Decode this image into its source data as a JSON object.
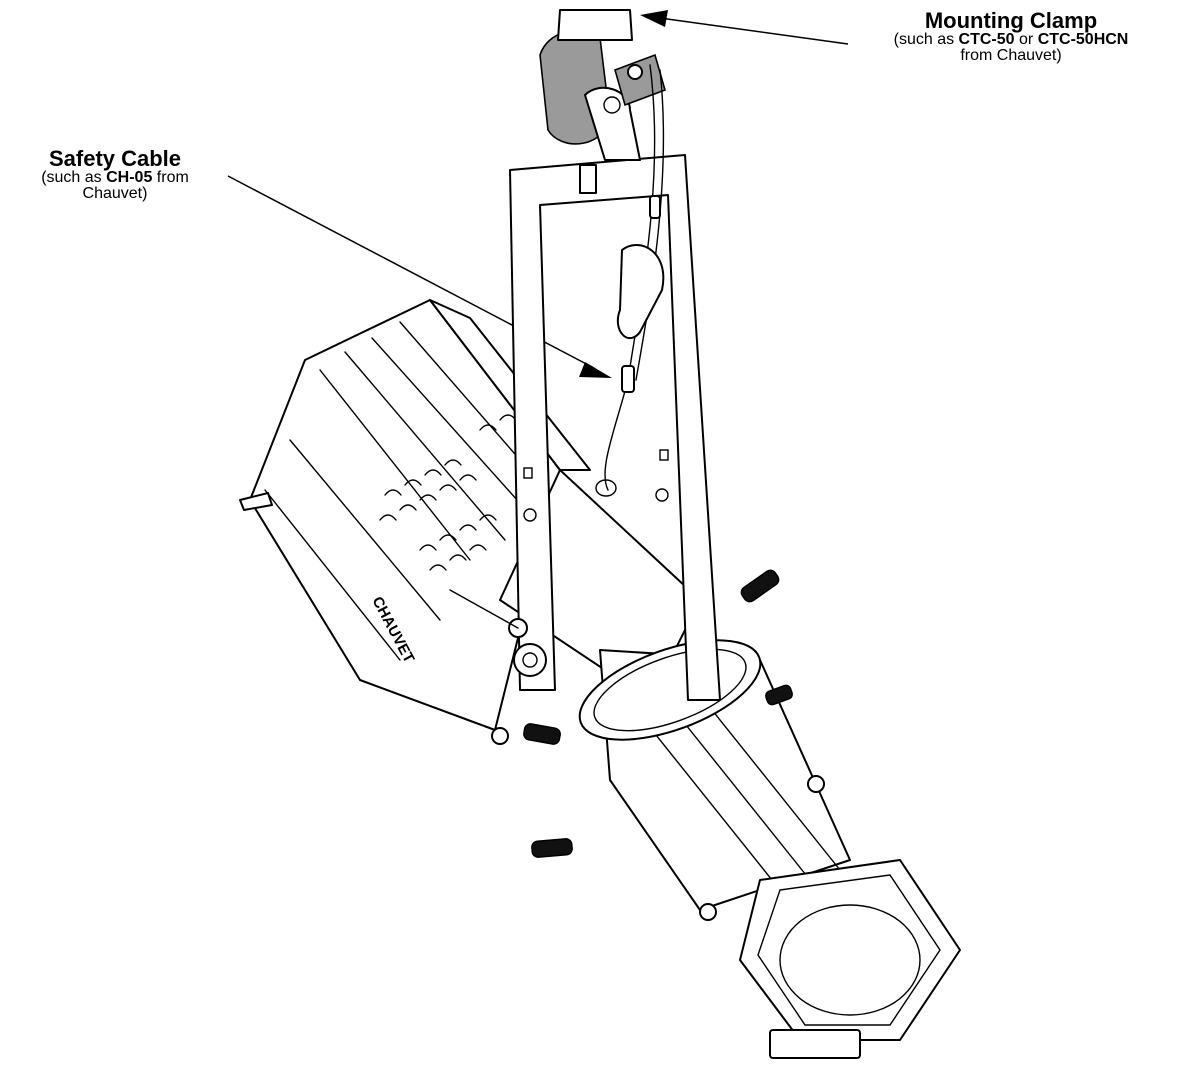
{
  "labels": {
    "mounting_clamp": {
      "title": "Mounting Clamp",
      "line1_pre": "(such as ",
      "model_a": "CTC-50",
      "line1_mid": " or ",
      "model_b": "CTC-50HCN",
      "line2": "from Chauvet)"
    },
    "safety_cable": {
      "title": "Safety Cable",
      "line1_pre": "(such as ",
      "model": "CH-05",
      "line1_post": " from",
      "line2": "Chauvet)"
    }
  },
  "fixture": {
    "brand_mark": "CHAUVET"
  },
  "colors": {
    "line": "#000000",
    "background": "#ffffff",
    "accent_fill": "#111111"
  }
}
